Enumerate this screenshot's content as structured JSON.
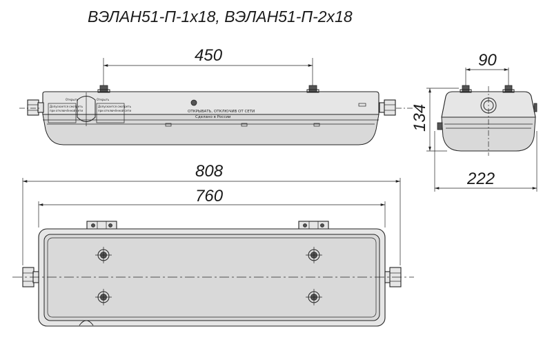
{
  "title": "ВЭЛАН51-П-1х18, ВЭЛАН51-П-2х18",
  "dimensions": {
    "mount_spacing": "450",
    "side_mount_spacing": "90",
    "side_height": "134",
    "side_depth": "222",
    "overall_length": "808",
    "body_length": "760"
  },
  "front_label": {
    "line1": "ОТКРЫВАТЬ, ОТКЛЮЧИВ ОТ СЕТИ",
    "line2": "Сделано в России"
  },
  "left_plate": {
    "line1": "Допускается смотреть",
    "line2": "при отключённой сети",
    "line3": "Открыть"
  },
  "right_plate": {
    "line1": "Допускается смотреть",
    "line2": "при отключённой сети",
    "line3": "Открыть"
  },
  "colors": {
    "line": "#222222",
    "body": "#e6e6e6",
    "lens": "#d9d9d9"
  }
}
